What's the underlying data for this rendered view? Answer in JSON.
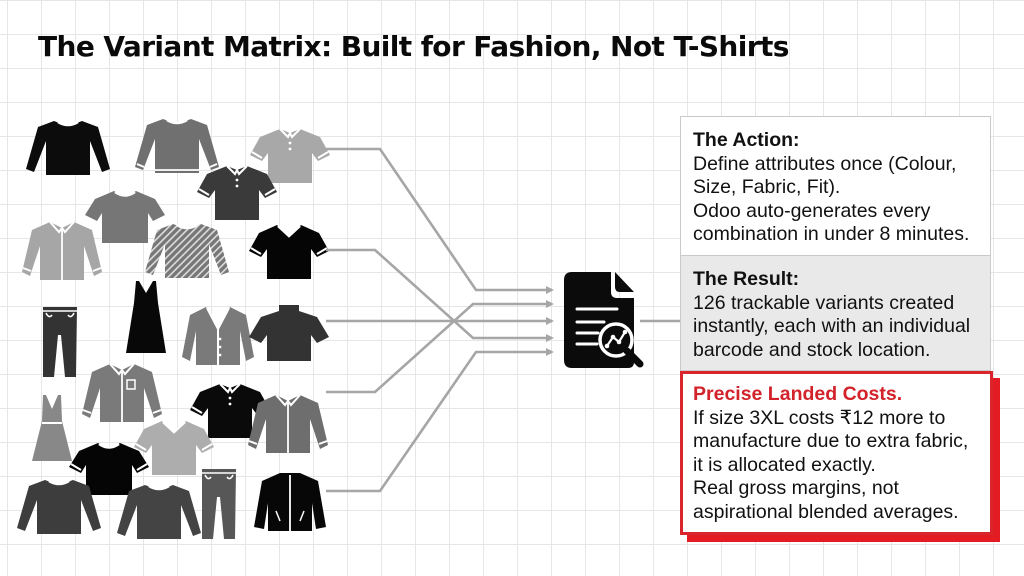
{
  "title": "The Variant Matrix: Built for Fashion, Not T-Shirts",
  "colors": {
    "accent_red": "#d3222a",
    "connector_gray": "#a6a6a6",
    "grid": "#e6e6e6",
    "result_bg": "#e9e9e9"
  },
  "garments": [
    {
      "type": "long-sleeve-tee",
      "shade": "black"
    },
    {
      "type": "sweater",
      "shade": "gray"
    },
    {
      "type": "polo",
      "shade": "light-gray"
    },
    {
      "type": "t-shirt",
      "shade": "gray"
    },
    {
      "type": "polo",
      "shade": "dark-gray"
    },
    {
      "type": "button-shirt",
      "shade": "light-gray"
    },
    {
      "type": "striped-long-sleeve",
      "shade": "gray"
    },
    {
      "type": "v-neck-tee",
      "shade": "black"
    },
    {
      "type": "trousers",
      "shade": "dark-gray"
    },
    {
      "type": "dress",
      "shade": "black"
    },
    {
      "type": "cardigan",
      "shade": "gray"
    },
    {
      "type": "mock-neck-tee",
      "shade": "dark-gray"
    },
    {
      "type": "pocket-shirt",
      "shade": "gray"
    },
    {
      "type": "sundress",
      "shade": "gray"
    },
    {
      "type": "polo",
      "shade": "black"
    },
    {
      "type": "button-shirt",
      "shade": "gray"
    },
    {
      "type": "t-shirt",
      "shade": "black"
    },
    {
      "type": "v-neck-tee",
      "shade": "light-gray"
    },
    {
      "type": "long-sleeve-tee",
      "shade": "dark-gray"
    },
    {
      "type": "long-sleeve-tee",
      "shade": "dark-gray"
    },
    {
      "type": "trousers",
      "shade": "gray"
    },
    {
      "type": "zip-jacket",
      "shade": "black"
    }
  ],
  "center_icon": "document-analytics-icon",
  "cards": {
    "action": {
      "heading": "The Action:",
      "lines": [
        "Define attributes once (Colour,",
        "Size, Fabric, Fit).",
        "Odoo auto-generates every",
        "combination in under 8 minutes."
      ]
    },
    "result": {
      "heading": "The Result:",
      "lines": [
        "126 trackable variants created",
        "instantly, each with an individual",
        "barcode and stock location."
      ]
    },
    "costs": {
      "heading": "Precise Landed Costs.",
      "lines": [
        "If size 3XL costs ₹12 more to",
        "manufacture due to extra fabric,",
        "it is allocated exactly.",
        "Real gross margins, not",
        "aspirational blended averages."
      ]
    }
  }
}
